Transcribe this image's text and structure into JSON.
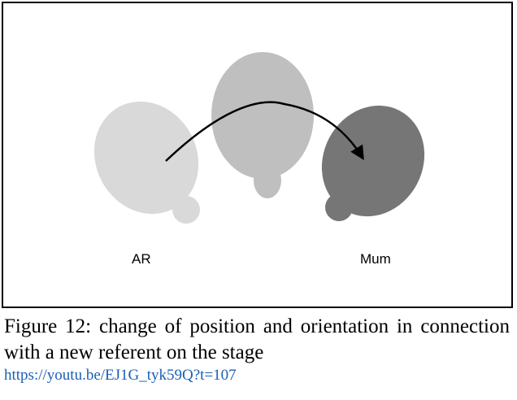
{
  "diagram": {
    "labels": {
      "left": "AR",
      "right": "Mum"
    },
    "colors": {
      "left_figure": "#d9d9d9",
      "middle_figure": "#bfbfbf",
      "right_figure": "#767676",
      "arrow": "#000000",
      "frame_border": "#000000"
    },
    "figures": [
      {
        "name": "left-figure",
        "shade": "light"
      },
      {
        "name": "middle-figure",
        "shade": "medium"
      },
      {
        "name": "right-figure",
        "shade": "dark"
      }
    ],
    "arrow": {
      "direction": "left-to-right",
      "shape": "arc"
    }
  },
  "caption": {
    "text": "Figure 12: change of position and orientation in connection with a new referent on the stage",
    "link": "https://youtu.be/EJ1G_tyk59Q?t=107",
    "link_color": "#1a5fb4"
  }
}
